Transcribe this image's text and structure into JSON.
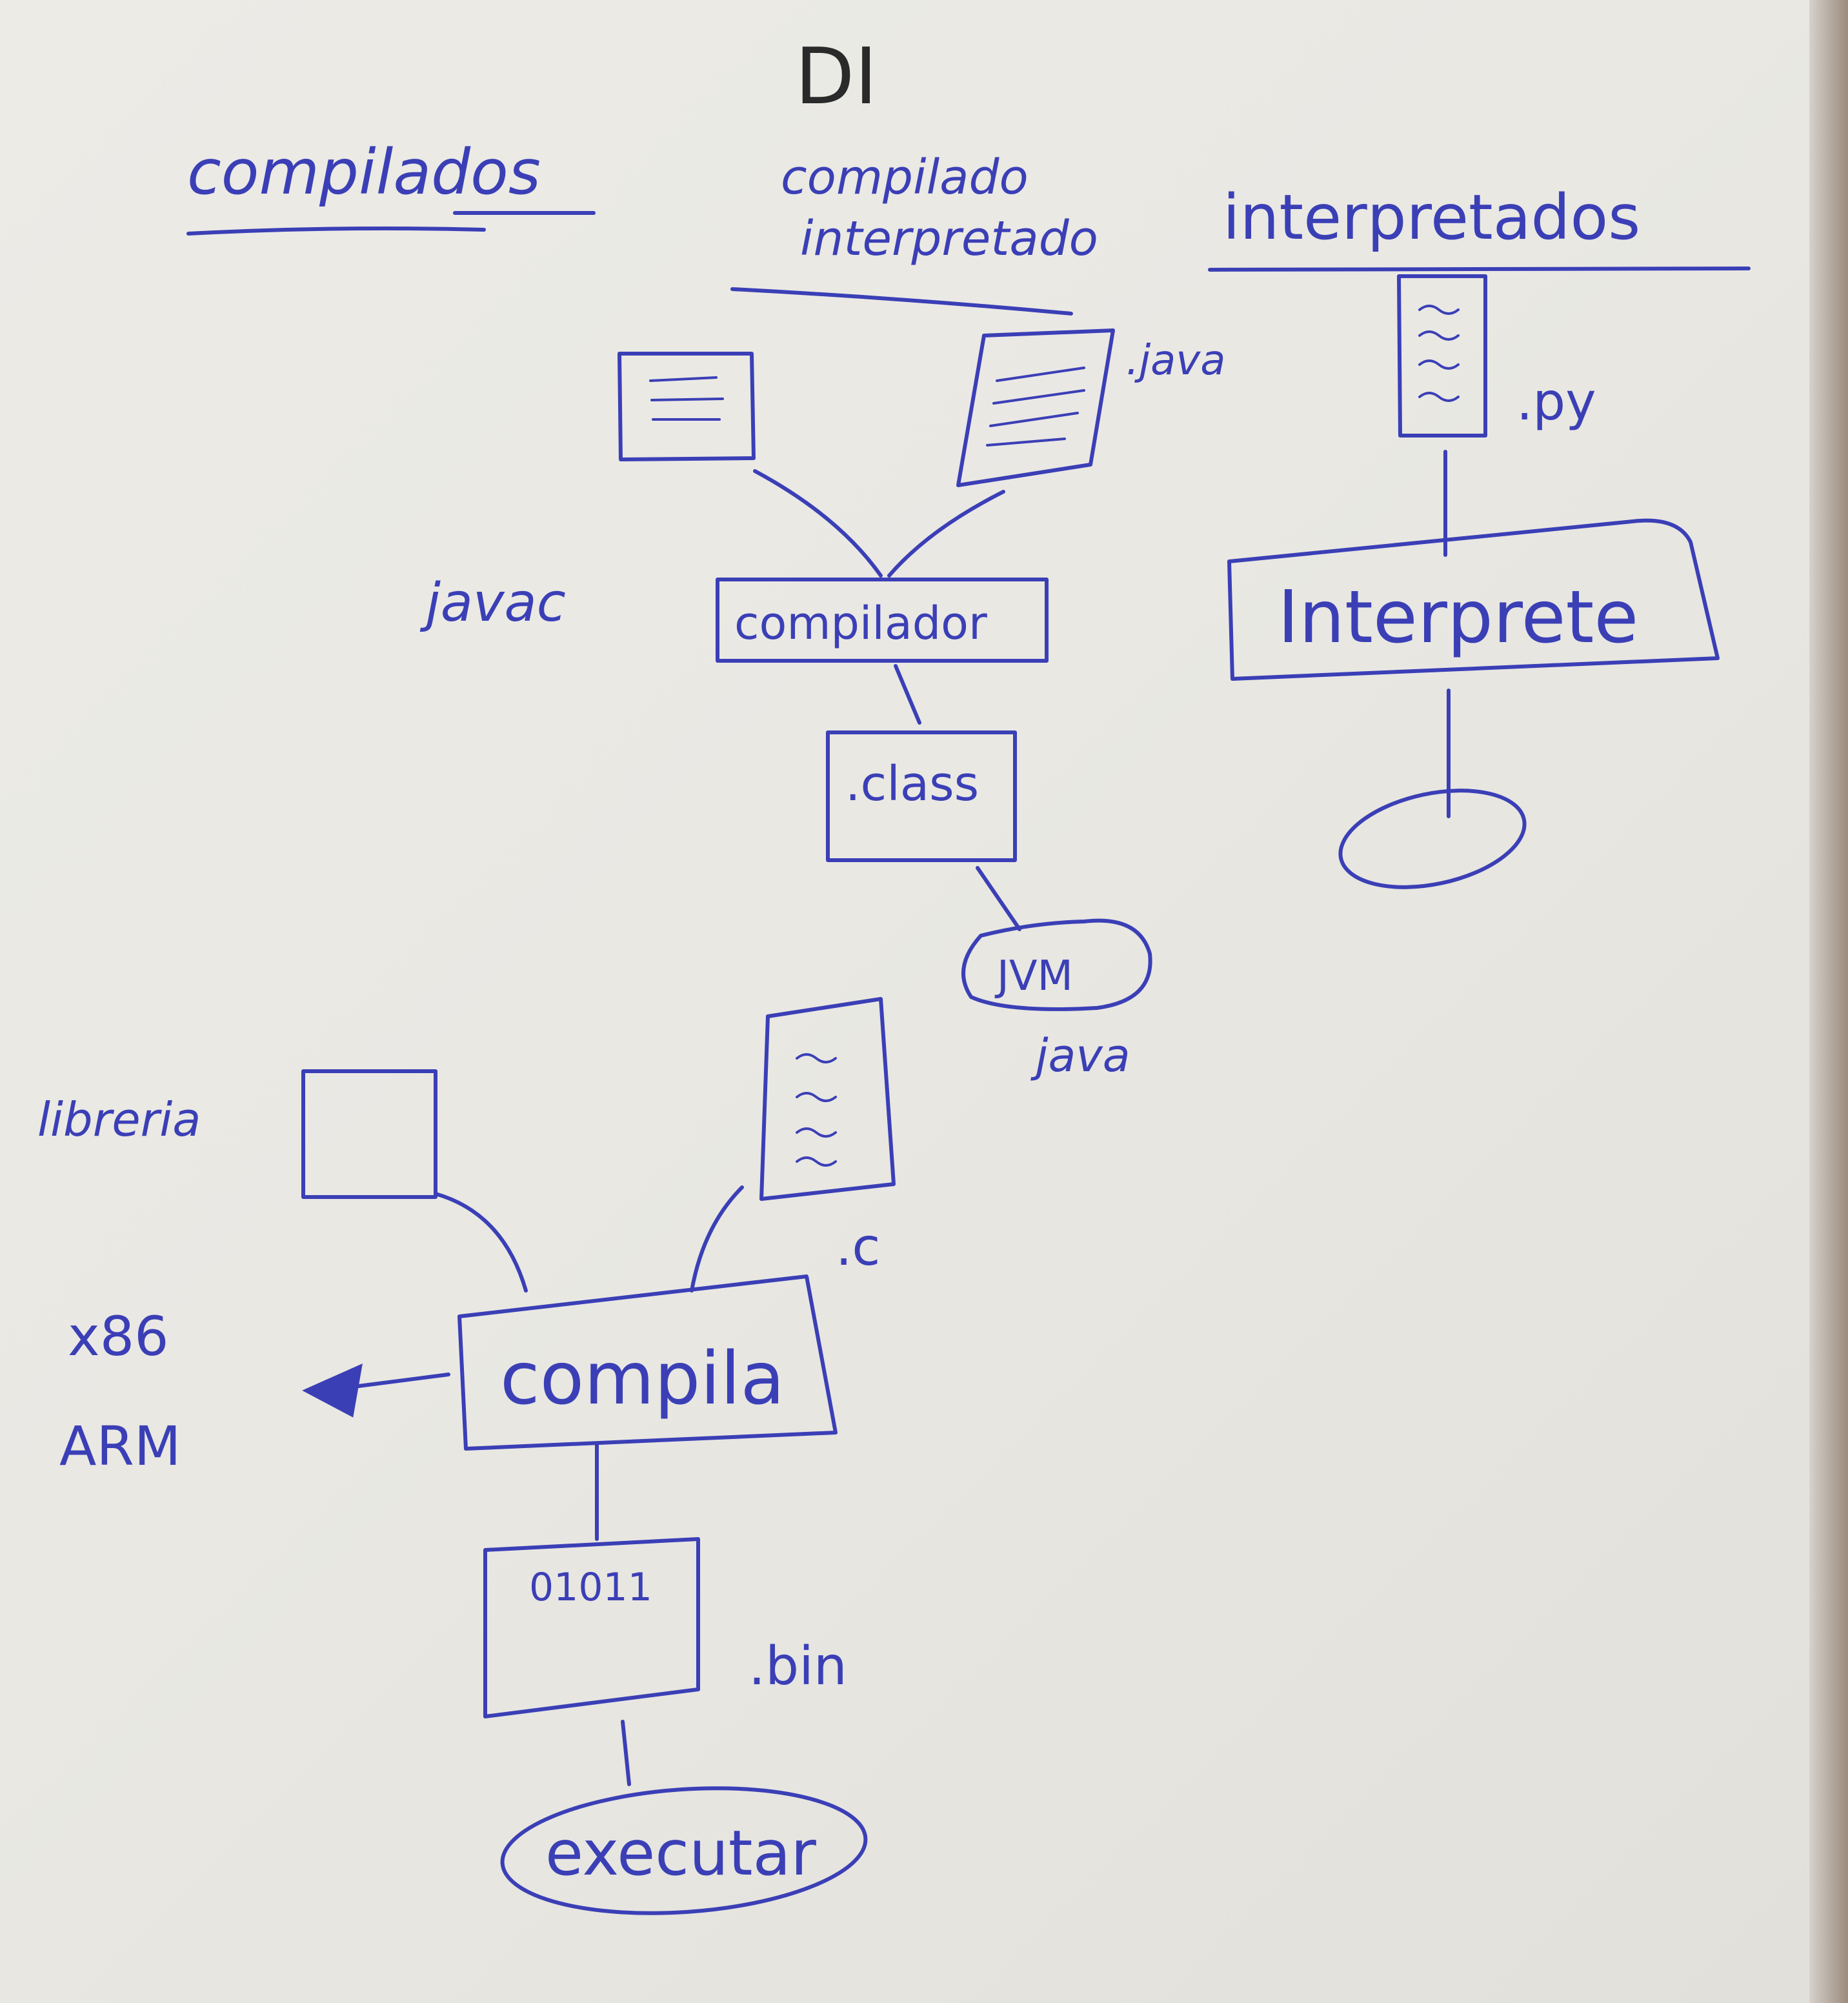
{
  "title": "DI",
  "sections": {
    "compilados": "compilados",
    "compilado_interpretado": [
      "compilado",
      "interpretado"
    ],
    "interpretados": "interpretados"
  },
  "java_flow": {
    "java_label": ".java",
    "javac_label": "javac",
    "compiler": "compilador",
    "class_file": ".class",
    "jvm": "JVM",
    "jvm_caption": "java"
  },
  "python_flow": {
    "py_label": ".py",
    "interpreter": "Interprete"
  },
  "c_flow": {
    "library_label": "libreria",
    "c_label": ".c",
    "compile": "compila",
    "targets": [
      "x86",
      "ARM"
    ],
    "binary_contents": "01011",
    "bin_label": ".bin",
    "run": "executar"
  }
}
